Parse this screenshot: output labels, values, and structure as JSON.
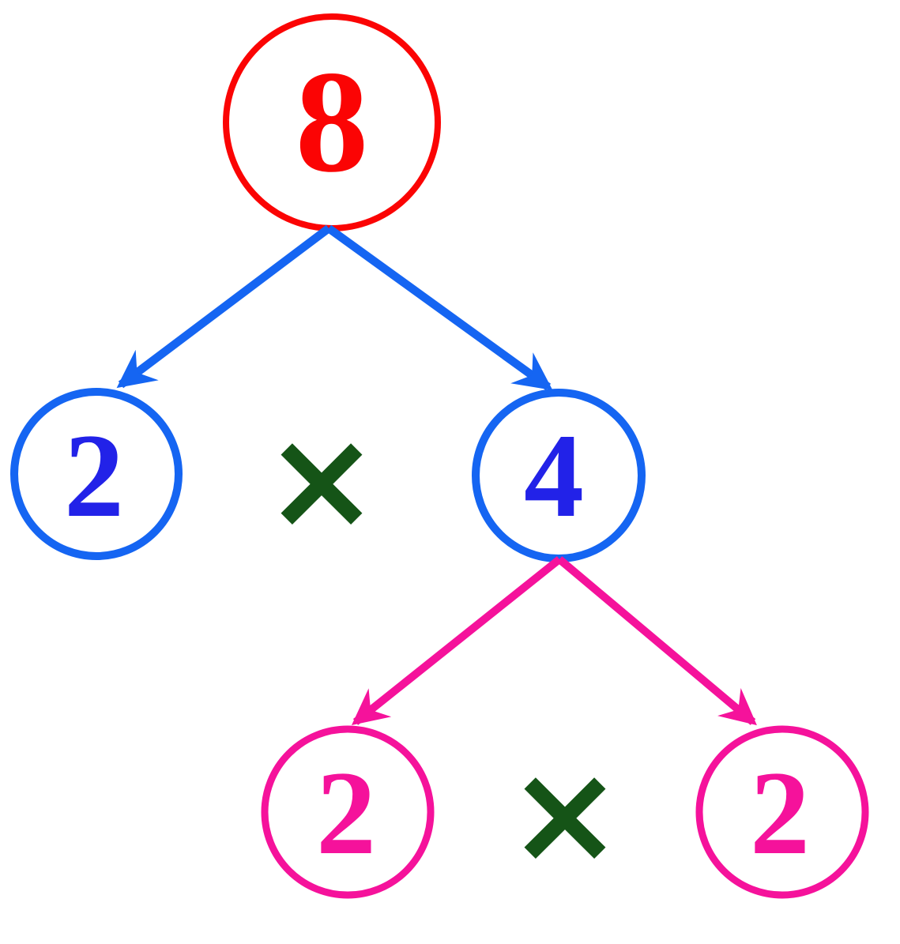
{
  "diagram": {
    "kind": "factor-tree",
    "root": {
      "value": "8"
    },
    "level1": {
      "left_value": "2",
      "operator": "×",
      "right_value": "4"
    },
    "level2": {
      "left_value": "2",
      "operator": "×",
      "right_value": "2"
    }
  },
  "colors": {
    "root": "#FB0404",
    "level1_edge": "#1565F2",
    "level1_number": "#2222E8",
    "level2_edge": "#F5129B",
    "level2_number": "#F5129B",
    "operator": "#155417"
  },
  "icons": {
    "arrowhead": "stealth-arrow",
    "multiply": "×"
  }
}
